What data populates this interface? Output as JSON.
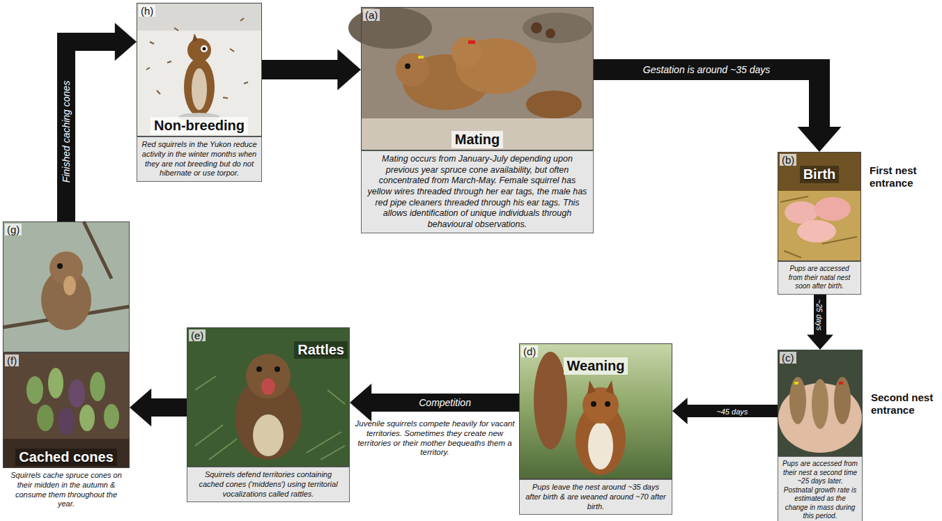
{
  "diagram": {
    "nodes": [
      {
        "text": [
          "(h)",
          "Non-breeding",
          "Red squirrels in the Yukon reduce activity in the winter months when they are not breeding but do not hibernate or use torpor."
        ]
      },
      {
        "text": [
          "(a)",
          "Mating",
          "Mating occurs from January-July depending upon previous year spruce cone availability, but often concentrated from March-May. Female squirrel has yellow wires threaded through her ear tags, the male has red pipe cleaners threaded through his ear tags. This allows identification of unique individuals through behavioural observations."
        ]
      },
      {
        "text": [
          "(b)",
          "Birth",
          "Pups are accessed from their natal nest soon after birth."
        ]
      },
      {
        "text": [
          "(c)",
          "Pups are accessed from their nest a second time ~25 days later. Postnatal growth rate is estimated as the change in mass during this period."
        ]
      },
      {
        "text": [
          "(d)",
          "Weaning",
          "Pups leave the nest around ~35 days after birth & are weaned around ~70 after birth."
        ]
      },
      {
        "text": [
          "(e)",
          "Rattles",
          "Squirrels defend territories containing cached cones ('middens') using territorial vocalizations called rattles."
        ]
      },
      {
        "text": [
          "(g)"
        ]
      },
      {
        "text": [
          "(f)",
          "Cached cones",
          "Squirrels cache spruce cones on their midden in the autumn & consume them throughout the year."
        ]
      }
    ],
    "edges": [
      {
        "from": 6,
        "to": 0,
        "label": "Finished caching cones",
        "arrow": "to"
      },
      {
        "from": 0,
        "to": 1,
        "arrow": "to"
      },
      {
        "from": 1,
        "to": 2,
        "label": "Gestation is around ~35 days",
        "arrow": "to"
      },
      {
        "from": 2,
        "to": 3,
        "label": "~25 days",
        "arrow": "to"
      },
      {
        "from": 3,
        "to": 4,
        "label": "~45 days",
        "arrow": "to"
      },
      {
        "from": 4,
        "to": 5,
        "label": "Competition",
        "arrow": "to"
      },
      {
        "from": 5,
        "to": 7,
        "arrow": "to"
      }
    ],
    "labels": [
      "First nest entrance",
      "Second nest entrance",
      "Juvenile squirrels compete heavily for vacant territories. Sometimes they create new territories or their mother bequeaths them a territory."
    ]
  }
}
